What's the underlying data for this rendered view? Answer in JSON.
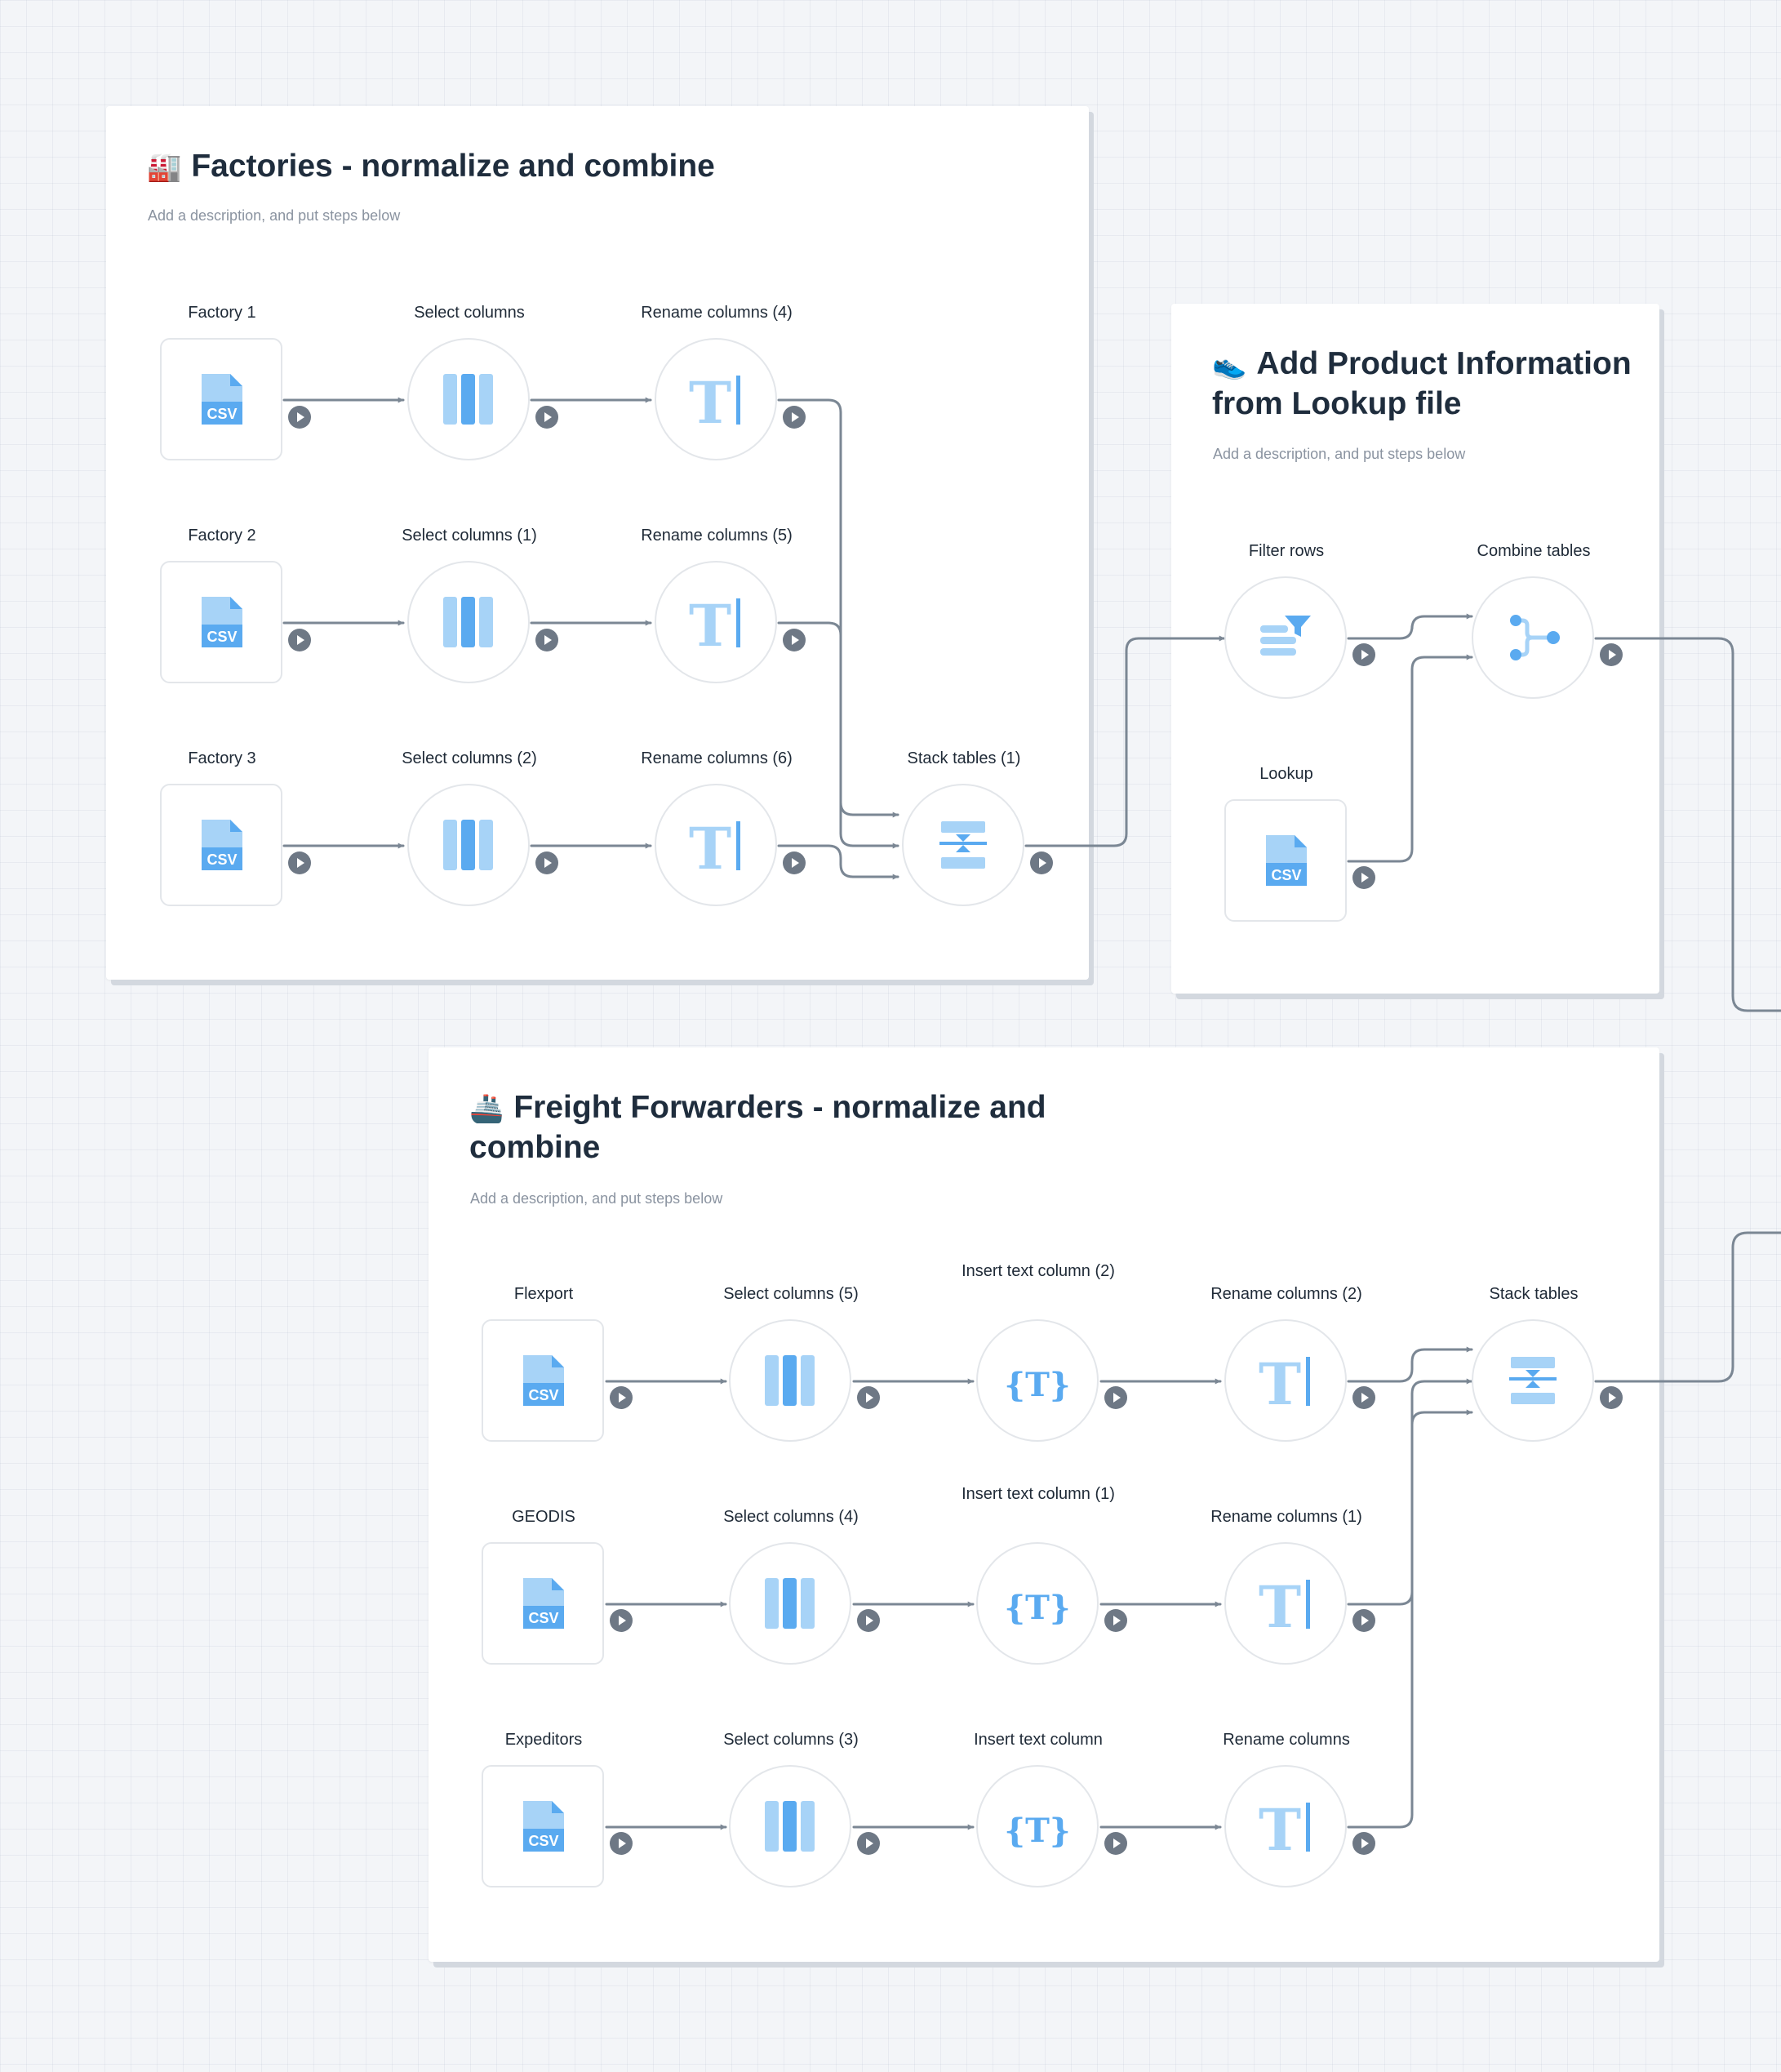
{
  "colors": {
    "canvas": "#f3f5f8",
    "edge": "#7b8794",
    "icon_light": "#a7d3f7",
    "icon_dark": "#5aaaf0"
  },
  "cards": {
    "factories": {
      "emoji": "🏭",
      "title": "Factories - normalize and combine",
      "description": "Add a description, and put steps below"
    },
    "product": {
      "emoji": "👟",
      "title": "Add Product Information from Lookup file",
      "description": "Add a description, and put steps below"
    },
    "freight": {
      "emoji": "🚢",
      "title": "Freight Forwarders - normalize and combine",
      "description": "Add a description, and put steps below"
    }
  },
  "nodes": {
    "factory1": {
      "label": "Factory 1",
      "icon": "csv-file-icon"
    },
    "factory2": {
      "label": "Factory 2",
      "icon": "csv-file-icon"
    },
    "factory3": {
      "label": "Factory 3",
      "icon": "csv-file-icon"
    },
    "select_columns": {
      "label": "Select columns",
      "icon": "select-columns-icon"
    },
    "select_columns_1": {
      "label": "Select columns (1)",
      "icon": "select-columns-icon"
    },
    "select_columns_2": {
      "label": "Select columns (2)",
      "icon": "select-columns-icon"
    },
    "rename_columns_4": {
      "label": "Rename columns (4)",
      "icon": "rename-text-icon"
    },
    "rename_columns_5": {
      "label": "Rename columns (5)",
      "icon": "rename-text-icon"
    },
    "rename_columns_6": {
      "label": "Rename columns (6)",
      "icon": "rename-text-icon"
    },
    "stack_tables_1": {
      "label": "Stack tables (1)",
      "icon": "stack-tables-icon"
    },
    "filter_rows": {
      "label": "Filter rows",
      "icon": "filter-rows-icon"
    },
    "combine_tables": {
      "label": "Combine tables",
      "icon": "combine-tables-icon"
    },
    "lookup": {
      "label": "Lookup",
      "icon": "csv-file-icon"
    },
    "flexport": {
      "label": "Flexport",
      "icon": "csv-file-icon"
    },
    "geodis": {
      "label": "GEODIS",
      "icon": "csv-file-icon"
    },
    "expeditors": {
      "label": "Expeditors",
      "icon": "csv-file-icon"
    },
    "select_columns_5": {
      "label": "Select columns (5)",
      "icon": "select-columns-icon"
    },
    "select_columns_4": {
      "label": "Select columns (4)",
      "icon": "select-columns-icon"
    },
    "select_columns_3": {
      "label": "Select columns (3)",
      "icon": "select-columns-icon"
    },
    "insert_text_column_2": {
      "label": "Insert text column (2)",
      "icon": "insert-text-column-icon"
    },
    "insert_text_column_1": {
      "label": "Insert text column (1)",
      "icon": "insert-text-column-icon"
    },
    "insert_text_column": {
      "label": "Insert text column",
      "icon": "insert-text-column-icon"
    },
    "rename_columns_2": {
      "label": "Rename columns (2)",
      "icon": "rename-text-icon"
    },
    "rename_columns_1": {
      "label": "Rename columns (1)",
      "icon": "rename-text-icon"
    },
    "rename_columns": {
      "label": "Rename columns",
      "icon": "rename-text-icon"
    },
    "stack_tables": {
      "label": "Stack tables",
      "icon": "stack-tables-icon"
    }
  },
  "icon_text": {
    "csv": "CSV",
    "rename": "T",
    "insert": "{T}"
  }
}
